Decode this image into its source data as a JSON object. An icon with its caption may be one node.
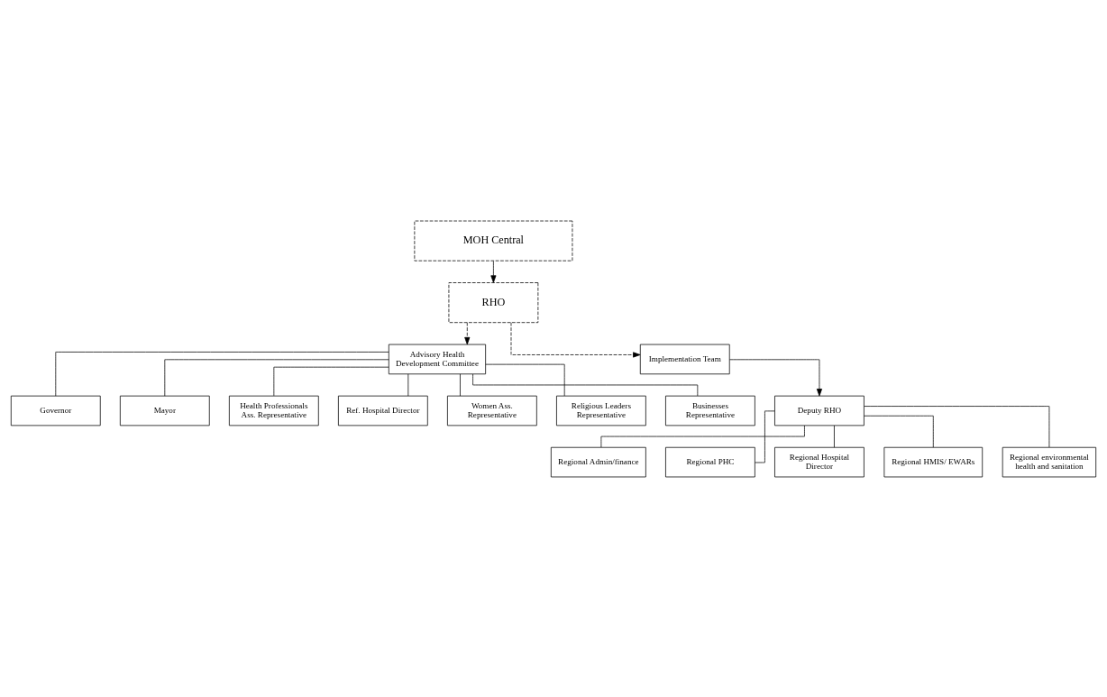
{
  "diagram": {
    "nodes": [
      {
        "text": [
          "MOH Central"
        ]
      },
      {
        "text": [
          "RHO"
        ]
      },
      {
        "text": [
          "Advisory Health Development Committee"
        ]
      },
      {
        "text": [
          "Implementation Team"
        ]
      },
      {
        "text": [
          "Governor"
        ]
      },
      {
        "text": [
          "Mayor"
        ]
      },
      {
        "text": [
          "Health Professionals Ass. Representative"
        ]
      },
      {
        "text": [
          "Ref. Hospital Director"
        ]
      },
      {
        "text": [
          "Women Ass. Representative"
        ]
      },
      {
        "text": [
          "Religious Leaders Representative"
        ]
      },
      {
        "text": [
          "Businesses Representative"
        ]
      },
      {
        "text": [
          "Deputy RHO"
        ]
      },
      {
        "text": [
          "Regional Admin/finance"
        ]
      },
      {
        "text": [
          "Regional PHC"
        ]
      },
      {
        "text": [
          "Regional Hospital Director"
        ]
      },
      {
        "text": [
          "Regional HMIS/ EWARs"
        ]
      },
      {
        "text": [
          "Regional environmental health and sanitation"
        ]
      }
    ],
    "edges": [
      {
        "from": 0,
        "to": 1,
        "arrow": "to"
      },
      {
        "from": 1,
        "to": 2,
        "arrow": "to",
        "style": "dashed"
      },
      {
        "from": 1,
        "to": 3,
        "arrow": "to",
        "style": "dashed"
      },
      {
        "from": 2,
        "to": 4,
        "arrow": "none"
      },
      {
        "from": 2,
        "to": 5,
        "arrow": "none"
      },
      {
        "from": 2,
        "to": 6,
        "arrow": "none"
      },
      {
        "from": 2,
        "to": 7,
        "arrow": "none"
      },
      {
        "from": 2,
        "to": 8,
        "arrow": "none"
      },
      {
        "from": 2,
        "to": 9,
        "arrow": "none"
      },
      {
        "from": 2,
        "to": 10,
        "arrow": "none"
      },
      {
        "from": 3,
        "to": 11,
        "arrow": "to"
      },
      {
        "from": 11,
        "to": 12,
        "arrow": "none"
      },
      {
        "from": 11,
        "to": 13,
        "arrow": "none"
      },
      {
        "from": 11,
        "to": 14,
        "arrow": "none"
      },
      {
        "from": 11,
        "to": 15,
        "arrow": "none"
      },
      {
        "from": 11,
        "to": 16,
        "arrow": "none"
      }
    ]
  }
}
